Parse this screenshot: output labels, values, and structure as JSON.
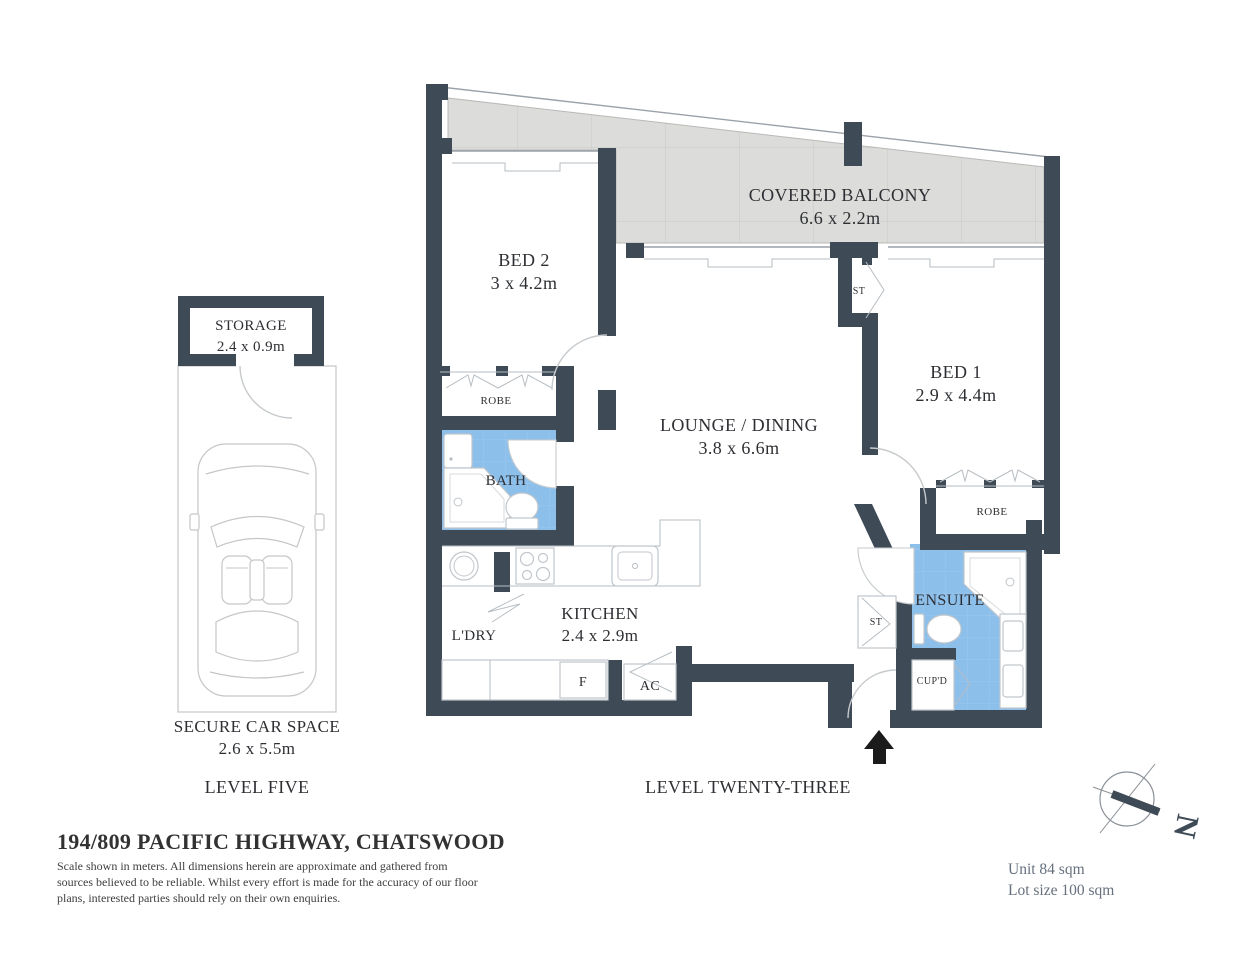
{
  "plan": {
    "rooms": {
      "balcony": {
        "label": "COVERED BALCONY",
        "dims": "6.6 x 2.2m"
      },
      "bed2": {
        "label": "BED 2",
        "dims": "3 x 4.2m"
      },
      "bed1": {
        "label": "BED 1",
        "dims": "2.9 x 4.4m"
      },
      "lounge": {
        "label": "LOUNGE / DINING",
        "dims": "3.8 x 6.6m"
      },
      "kitchen": {
        "label": "KITCHEN",
        "dims": "2.4 x 2.9m"
      },
      "bath": {
        "label": "BATH"
      },
      "ensuite": {
        "label": "ENSUITE"
      },
      "laundry": {
        "label": "L'DRY"
      },
      "robe_bed2": {
        "label": "ROBE"
      },
      "robe_bed1": {
        "label": "ROBE"
      },
      "store_hall": {
        "label": "ST"
      },
      "store_ensuite": {
        "label": "ST"
      },
      "cupboard": {
        "label": "CUP'D"
      },
      "fridge": {
        "label": "F"
      },
      "aircon": {
        "label": "AC"
      }
    },
    "level_label": "LEVEL TWENTY-THREE"
  },
  "parking": {
    "storage": {
      "label": "STORAGE",
      "dims": "2.4 x 0.9m"
    },
    "car_space": {
      "label": "SECURE CAR SPACE",
      "dims": "2.6 x 5.5m"
    },
    "level_label": "LEVEL FIVE"
  },
  "compass": {
    "north_label": "N"
  },
  "footer": {
    "title": "194/809 PACIFIC HIGHWAY, CHATSWOOD",
    "disclaimer_lines": [
      "Scale shown in meters. All dimensions herein are approximate and gathered from",
      "sources believed to be  reliable. Whilst every effort is made for the accuracy of our floor",
      "plans, interested parties should rely on their own enquiries."
    ],
    "unit_area": "Unit 84 sqm",
    "lot_size": "Lot size 100 sqm"
  },
  "colors": {
    "wall": "#3e4a56",
    "wet_area": "#8dbfeb",
    "balcony_tile": "#dcdcda",
    "label_text": "#2d2f33",
    "muted_text": "#66707e",
    "outline": "#c0c6cb"
  }
}
